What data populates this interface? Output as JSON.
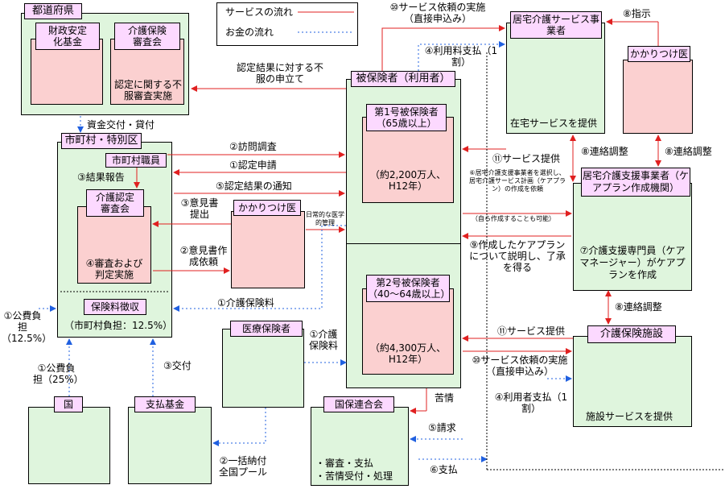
{
  "legend": {
    "service_flow": "サービスの流れ",
    "money_flow": "お金の流れ"
  },
  "prefecture": {
    "title": "都道府県",
    "fund": "財政安定化基金",
    "review": "介護保険審査会",
    "review_action": "認定に関する不服審査実施"
  },
  "municipality": {
    "title": "市町村・特別区",
    "staff": "市町村職員",
    "committee": "介護認定審査会",
    "committee_action": "④審査および判定実施",
    "report": "③結果報告",
    "premium": "保険料徴収",
    "burden": "（市町村負担：12.5%）"
  },
  "insured": {
    "title": "被保険者（利用者）",
    "type1": "第1号被保険者（65歳以上）",
    "type1_count": "（約2,200万人、H12年）",
    "type2": "第2号被保険者（40～64歳以上）",
    "type2_count": "（約4,300万人、H12年）"
  },
  "home_service": {
    "title": "居宅介護サービス事業者",
    "action": "在宅サービスを提供"
  },
  "family_doctor_top": "かかりつけ医",
  "family_doctor_mid": "かかりつけ医",
  "care_support": {
    "title": "居宅介護支援事業者（ケアプラン作成機関）",
    "action": "⑦介護支援専門員（ケアマネージャー）がケアプランを作成"
  },
  "facility": {
    "title": "介護保険施設",
    "action": "施設サービスを提供"
  },
  "medical_insurer": "医療保険者",
  "national": "国",
  "payment_fund": "支払基金",
  "kokuho": {
    "title": "国保連合会",
    "item1": "・審査・支払",
    "item2": "・苦情受付・処理"
  },
  "labels": {
    "objection": "認定結果に対する不服の申立て",
    "grant": "資金交付・貸付",
    "visit": "②訪問調査",
    "apply": "①認定申請",
    "notify": "⑤認定結果の通知",
    "opinion_submit": "③意見書提出",
    "opinion_request": "②意見書作成依頼",
    "medical_mgmt": "日常的な医学的管理",
    "premium_pay": "①介護保険料",
    "public_burden_left": "①公費負担（12.5%）",
    "public_burden_national": "①公費負担（25%）",
    "grant_fund": "③交付",
    "lump_sum": "②一括納付全国プール",
    "insurance_fee": "①介護保険料",
    "request_service": "⑩サービス依頼の実施（直接申込み）",
    "user_fee_top": "④利用料支払（1割）",
    "instruct": "⑧指示",
    "coord1": "⑧連絡調整",
    "coord2": "⑧連絡調整",
    "coord3": "⑧連絡調整",
    "service_provide1": "⑪サービス提供",
    "care_plan_request": "⑥居宅介護支援事業者を選択し、居宅介護サービス計画（ケアプラン）の作成を依頼",
    "self_create": "（自ら作成することも可能）",
    "plan_explain": "⑨作成したケアプランについて説明し、了承を得る",
    "service_provide2": "⑪サービス提供",
    "request_service2": "⑩サービス依頼の実施（直接申込み）",
    "user_fee_bottom": "④利用者支払（1割）",
    "complaint": "苦情",
    "claim": "⑤請求",
    "payment": "⑥支払"
  },
  "colors": {
    "service": "#e02020",
    "money": "#2060e0",
    "box_green": "#dff5dd",
    "box_pink": "#fbd0d0",
    "label_lilac": "#fcd9ff"
  }
}
